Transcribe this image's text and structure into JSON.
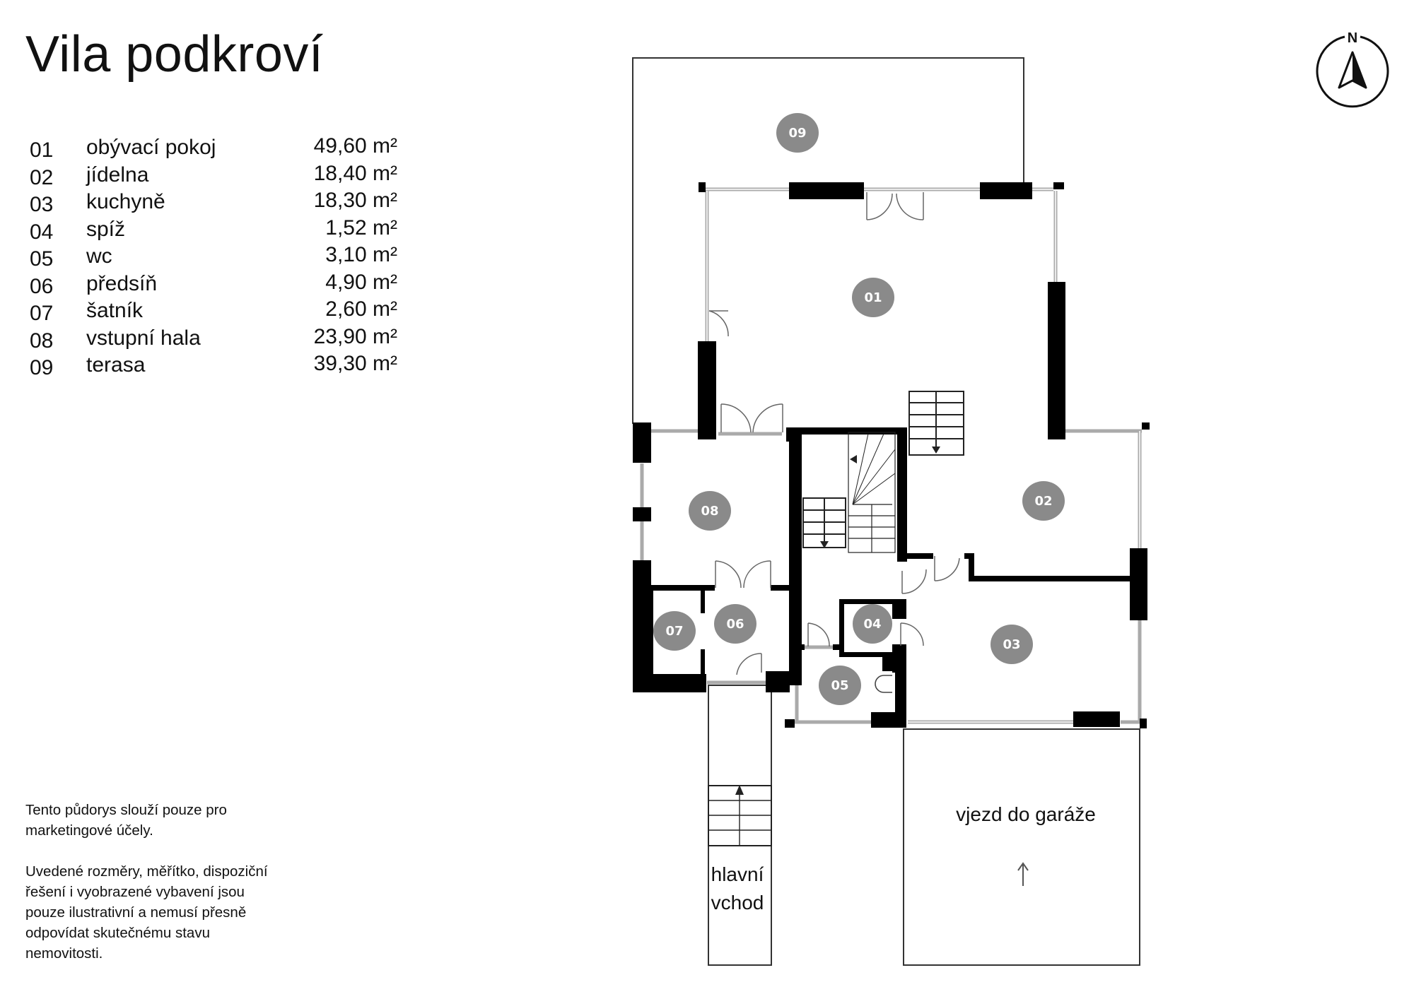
{
  "header": {
    "title": "Vila podkroví"
  },
  "rooms": [
    {
      "num": "01",
      "name": "obývací pokoj",
      "area": "49,60 m²"
    },
    {
      "num": "02",
      "name": "jídelna",
      "area": "18,40 m²"
    },
    {
      "num": "03",
      "name": "kuchyně",
      "area": "18,30 m²"
    },
    {
      "num": "04",
      "name": "spíž",
      "area": "1,52 m²"
    },
    {
      "num": "05",
      "name": "wc",
      "area": "3,10 m²"
    },
    {
      "num": "06",
      "name": "předsíň",
      "area": "4,90 m²"
    },
    {
      "num": "07",
      "name": "šatník",
      "area": "2,60 m²"
    },
    {
      "num": "08",
      "name": "vstupní hala",
      "area": "23,90 m²"
    },
    {
      "num": "09",
      "name": "terasa",
      "area": "39,30 m²"
    }
  ],
  "disclaimer": {
    "p1": "Tento půdorys slouží pouze pro marketingové účely.",
    "p2": "Uvedené rozměry, měřítko, dispoziční řešení i vyobrazené vybavení jsou pouze ilustrativní a nemusí přesně odpovídat skutečnému stavu nemovitosti."
  },
  "compass": {
    "label": "N",
    "icon": "north-arrow-icon"
  },
  "plan": {
    "badges": {
      "b01": "01",
      "b02": "02",
      "b03": "03",
      "b04": "04",
      "b05": "05",
      "b06": "06",
      "b07": "07",
      "b08": "08",
      "b09": "09"
    },
    "entrance_label_1": "hlavní",
    "entrance_label_2": "vchod",
    "garage_label": "vjezd do garáže",
    "garage_arrow": "↑",
    "colors": {
      "wall": "#000000",
      "badge": "#8a8a8a",
      "badge_text": "#ffffff",
      "glass": "#b5b5b5"
    }
  }
}
